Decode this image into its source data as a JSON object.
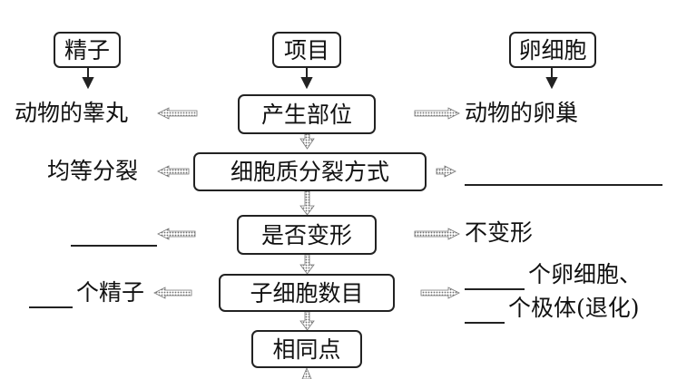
{
  "headers": {
    "sperm": "精子",
    "item": "项目",
    "egg": "卵细胞"
  },
  "rows": {
    "site": {
      "item": "产生部位",
      "sperm": "动物的睾丸",
      "egg": "动物的卵巢"
    },
    "division": {
      "item": "细胞质分裂方式",
      "sperm": "均等分裂",
      "egg": ""
    },
    "deform": {
      "item": "是否变形",
      "sperm": "",
      "egg": "不变形"
    },
    "count": {
      "item": "子细胞数目",
      "sperm": "个精子",
      "egg_line1": "个卵细胞、",
      "egg_line2": "个极体(退化)"
    },
    "common": {
      "item": "相同点"
    }
  },
  "colors": {
    "arrow_dark": "#333333",
    "arrow_dotted": "#8a8a8a"
  }
}
